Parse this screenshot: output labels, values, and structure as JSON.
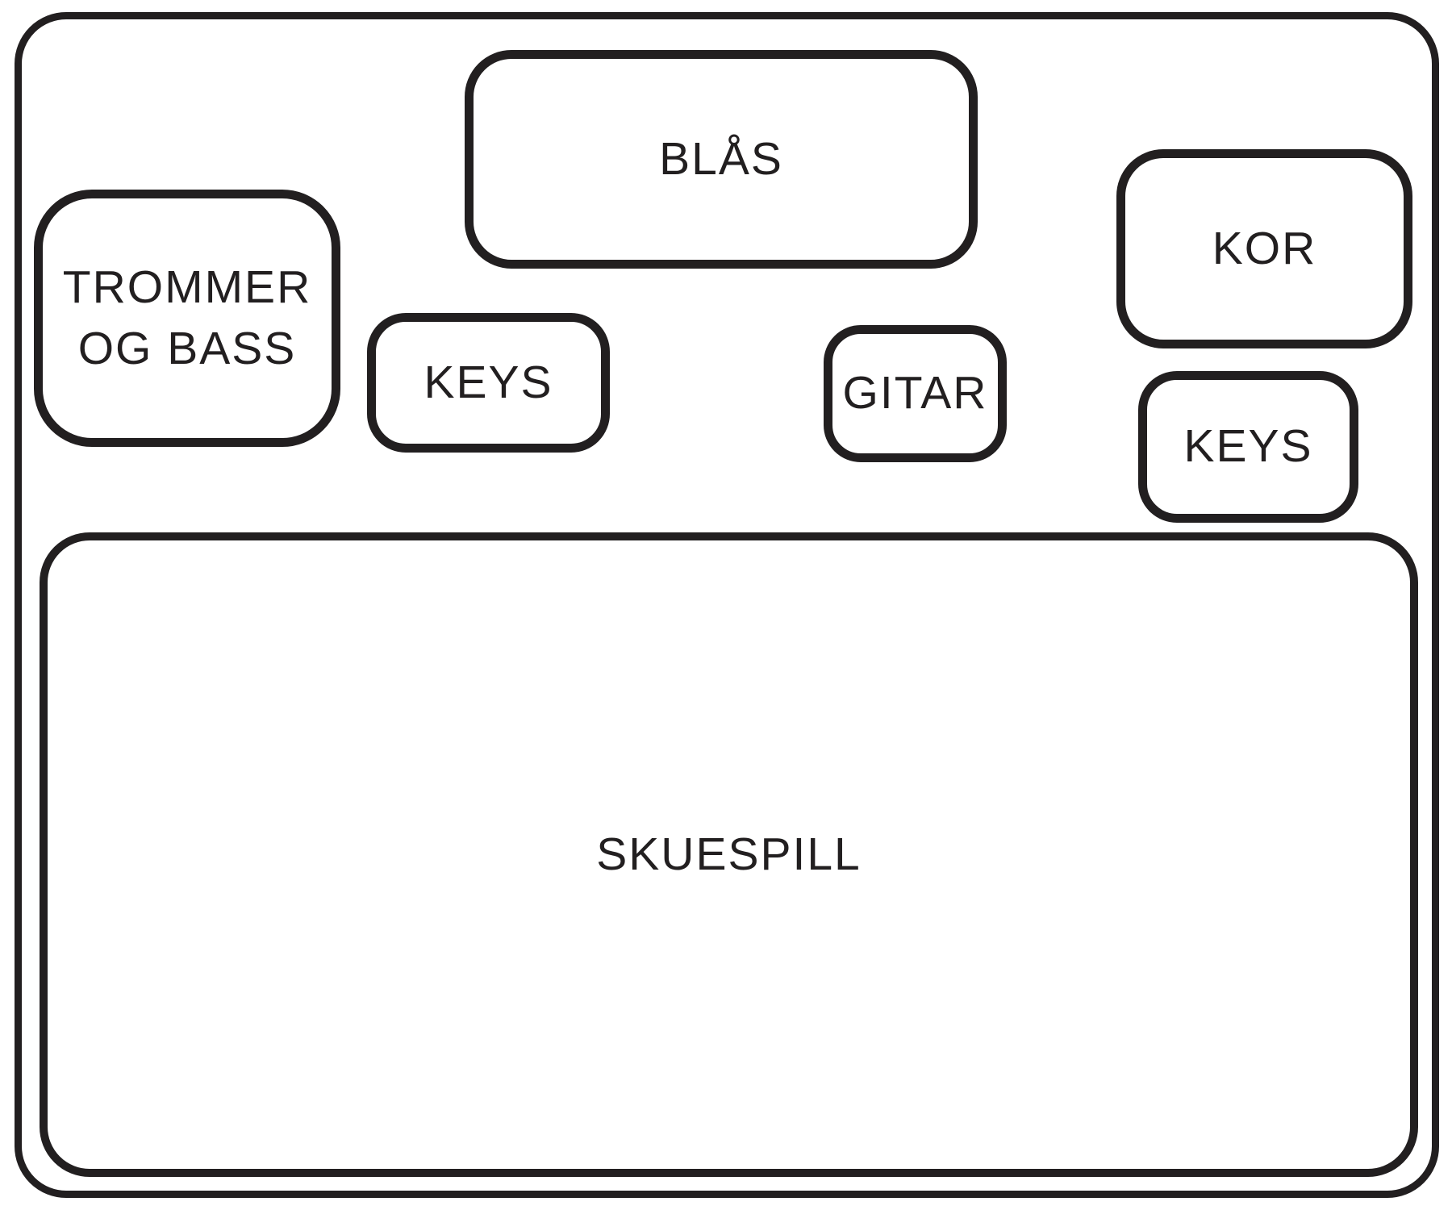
{
  "diagram": {
    "type": "stage-plot",
    "colors": {
      "stroke": "#221f20",
      "background": "#ffffff"
    },
    "boxes": {
      "blas": {
        "label": "BLÅS"
      },
      "trommer": {
        "label_line1": "TROMMER",
        "label_line2": "OG BASS"
      },
      "keys_left": {
        "label": "KEYS"
      },
      "gitar": {
        "label": "GITAR"
      },
      "kor": {
        "label": "KOR"
      },
      "keys_right": {
        "label": "KEYS"
      },
      "skuespill": {
        "label": "SKUESPILL"
      }
    }
  }
}
